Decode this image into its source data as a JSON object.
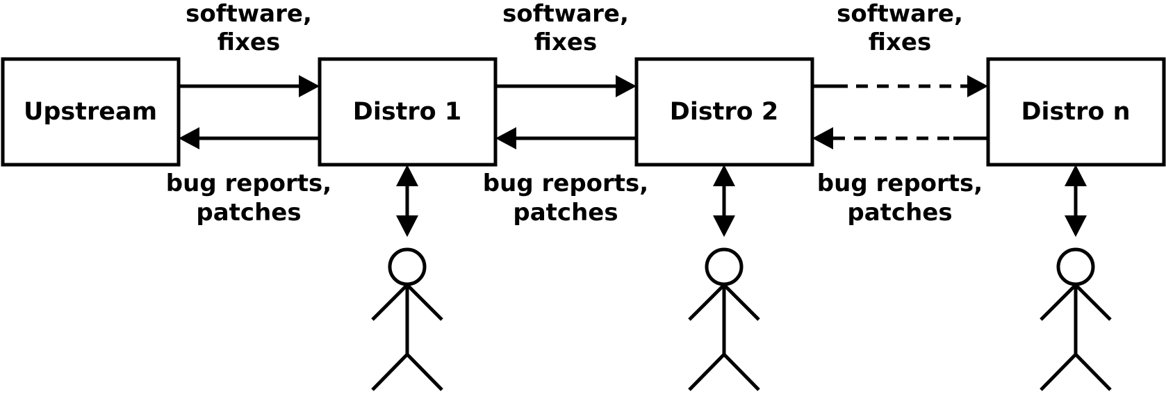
{
  "nodes": {
    "upstream": {
      "label": "Upstream"
    },
    "distro1": {
      "label": "Distro 1"
    },
    "distro2": {
      "label": "Distro 2"
    },
    "distron": {
      "label": "Distro n"
    }
  },
  "links": [
    {
      "forward": [
        "software,",
        "fixes"
      ],
      "backward": [
        "bug reports,",
        "patches"
      ],
      "style": "solid"
    },
    {
      "forward": [
        "software,",
        "fixes"
      ],
      "backward": [
        "bug reports,",
        "patches"
      ],
      "style": "solid"
    },
    {
      "forward": [
        "software,",
        "fixes"
      ],
      "backward": [
        "bug reports,",
        "patches"
      ],
      "style": "dashed"
    }
  ],
  "colors": {
    "stroke": "#000000",
    "background": "#ffffff"
  },
  "users": [
    "user-figure-icon",
    "user-figure-icon",
    "user-figure-icon"
  ]
}
